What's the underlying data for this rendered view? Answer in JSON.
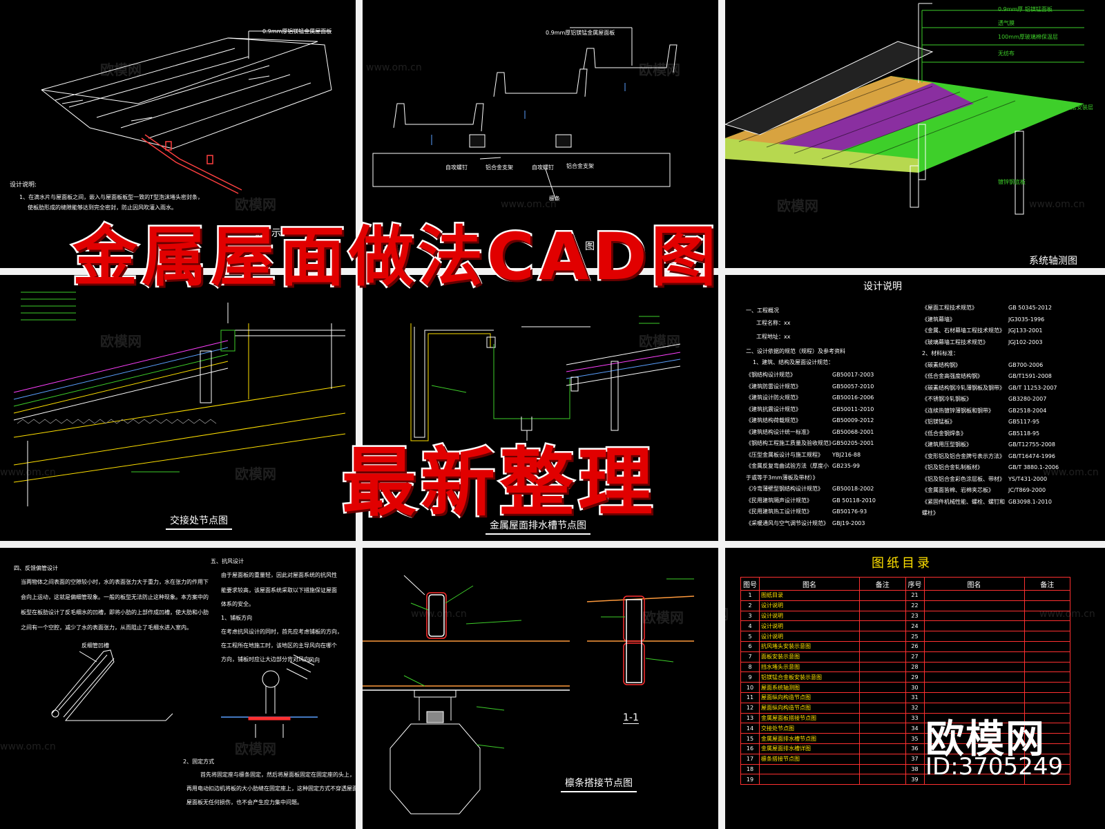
{
  "hero": {
    "title": "金属屋面做法CAD图",
    "subtitle": "最新整理"
  },
  "brand": {
    "logo_text": "欧模网",
    "id_text": "ID:3705249",
    "watermark": "欧模网",
    "watermark_url": "www.om.cn"
  },
  "panel1": {
    "label_top": "0.9mm厚铝镁锰金属屋面板",
    "notes_title": "设计说明:",
    "notes_line1": "1、在滴水片与屋面板之间，嵌入与屋面板板型一致的T型泡沫堵头密封条，",
    "notes_line2": "使板肋形成的缝隙能够达到完全密封，防止因风吹灌入雨水。",
    "caption_partial": "安装示"
  },
  "panel2": {
    "label_top": "0.9mm厚铝镁锰金属屋面板",
    "label_screw1": "自攻螺钉",
    "label_bracket1": "铝合金支架",
    "label_screw2": "自攻螺钉",
    "label_bracket2": "铝合金支架",
    "label_purlin": "檩条",
    "caption_partial": "图"
  },
  "panel3": {
    "labels": [
      "0.9mm厚 铝镁锰面板",
      "透气膜",
      "100mm厚玻璃棉保温层",
      "无纺布",
      "隔热层安装层",
      "镀锌钢底板"
    ],
    "caption_partial": "系统轴测图"
  },
  "panel4": {
    "caption": "交接处节点图"
  },
  "panel5": {
    "caption": "金属屋面排水槽节点图"
  },
  "panel6": {
    "heading_partial": "设计说明",
    "sec1": "一、工程概况",
    "project_name": "工程名称：xx",
    "project_addr": "工程地址：xx",
    "sec2": "二、设计依据的规范（规程）及参考资料",
    "sec2_sub": "1、建筑、结构及屋面设计规范：",
    "left_standards": [
      [
        "《钢结构设计规范》",
        "GB50017-2003"
      ],
      [
        "《建筑防雷设计规范》",
        "GB50057-2010"
      ],
      [
        "《建筑设计防火规范》",
        "GB50016-2006"
      ],
      [
        "《建筑抗震设计规范》",
        "GB50011-2010"
      ],
      [
        "《建筑结构荷载规范》",
        "GB50009-2012"
      ],
      [
        "《建筑结构设计统一标准》",
        "GB50068-2001"
      ],
      [
        "《钢结构工程施工质量及验收规范》",
        "GB50205-2001"
      ],
      [
        "《压型金属板设计与施工规程》",
        "YBJ216-88"
      ],
      [
        "《金属反复弯曲试验方法（厚度小于或等于3mm薄板及带材）》",
        "GB235-99"
      ],
      [
        "《冷弯薄壁型钢结构设计规范》",
        "GB50018-2002"
      ],
      [
        "《民用建筑隔声设计规范》",
        "GB 50118-2010"
      ],
      [
        "《民用建筑热工设计规范》",
        "GB50176-93"
      ],
      [
        "《采暖通风与空气调节设计规范》",
        "GBJ19-2003"
      ]
    ],
    "right_standards": [
      [
        "《屋面工程技术规范》",
        "GB 50345-2012"
      ],
      [
        "《建筑幕墙》",
        "JG3035-1996"
      ],
      [
        "《金属、石材幕墙工程技术规范》",
        "JGJ133-2001"
      ],
      [
        "《玻璃幕墙工程技术规范》",
        "JGJ102-2003"
      ],
      [
        "2、材料标准：",
        ""
      ],
      [
        "《碳素结构钢》",
        "GB700-2006"
      ],
      [
        "《低合金高强度结构钢》",
        "GB/T1591-2008"
      ],
      [
        "《碳素结构钢冷轧薄钢板及钢带》",
        "GB/T 11253-2007"
      ],
      [
        "《不锈钢冷轧钢板》",
        "GB3280-2007"
      ],
      [
        "《连续热镀锌薄钢板和钢带》",
        "GB2518-2004"
      ],
      [
        "《铝镁锰板》",
        "GB5117-95"
      ],
      [
        "《低合金钢焊条》",
        "GB5118-95"
      ],
      [
        "《建筑用压型钢板》",
        "GB/T12755-2008"
      ],
      [
        "《变形铝及铝合金牌号表示方法》",
        "GB/T16474-1996"
      ],
      [
        "《铝及铝合金轧制板材》",
        "GB/T 3880.1-2006"
      ],
      [
        "《铝及铝合金彩色涂层板、带材》",
        "YS/T431-2000"
      ],
      [
        "《金属面皆棉、岩棉夹芯板》",
        "JC/T869-2000"
      ],
      [
        "《紧固件机械性能、螺栓、螺钉和螺柱》",
        "GB3098.1-2010"
      ]
    ]
  },
  "panel7": {
    "sec4": "四、反馈偏管设计",
    "left_para": [
      "当两物体之间表面的空隙较小时，水的表面张力大于重力，水在张力的作用下",
      "会向上运动，这就是偏细管现象。一般的板型无法防止这种现象。本方案中的",
      "板型在板肋设计了反毛细水的凹槽，即将小肋的上部作成凹槽，使大肋和小肋",
      "之间有一个空腔，减少了水的表面张力，从而阻止了毛细水进入室内。"
    ],
    "reflux_label": "反细管凹槽",
    "sec5": "五、抗风设计",
    "wind_para": [
      "由于屋面板的重量轻，因此对屋面系统的抗风性",
      "能要求较高，该屋面系统采取以下措施保证屋面",
      "体系的安全。"
    ],
    "sub1": "1、铺板方向",
    "sub1_para": [
      "在考虑抗风设计的同时，首先应考虑铺板的方向，",
      "在工程所在地施工时，该地区的主导风向在哪个",
      "方向，铺板时应让大边部分背对风向。"
    ],
    "wind_label": "风向",
    "sub2": "2、固定方式",
    "sub2_para": [
      "首先将固定座与檩条固定，然后将屋面板固定在固定座的头上，",
      "再用电动扣边机将板的大小肋缝在固定座上，这种固定方式不穿透屋面，",
      "屋面板无任何损伤，也不会产生应力集中问题。"
    ]
  },
  "panel8": {
    "section_label": "1-1",
    "caption": "檩条搭接节点图"
  },
  "panel9": {
    "title": "图纸目录",
    "headers": [
      "图号",
      "图名",
      "备注",
      "序号",
      "图名",
      "备注"
    ],
    "left_rows": [
      [
        "1",
        "图纸目录"
      ],
      [
        "2",
        "设计说明"
      ],
      [
        "3",
        "设计说明"
      ],
      [
        "4",
        "设计说明"
      ],
      [
        "5",
        "设计说明"
      ],
      [
        "6",
        "抗风堵头安装示意图"
      ],
      [
        "7",
        "面板安装示意图"
      ],
      [
        "8",
        "挡水堵头示意图"
      ],
      [
        "9",
        "铝镁锰合金板安装示意图"
      ],
      [
        "10",
        "屋面系统轴测图"
      ],
      [
        "11",
        "屋面纵向构造节点图"
      ],
      [
        "12",
        "屋面纵向构造节点图"
      ],
      [
        "13",
        "金属屋面板搭接节点图"
      ],
      [
        "14",
        "交接处节点图"
      ],
      [
        "15",
        "金属屋面排水槽节点图"
      ],
      [
        "16",
        "金属屋面排水槽详图"
      ],
      [
        "17",
        "檩条搭接节点图"
      ],
      [
        "18",
        ""
      ],
      [
        "19",
        ""
      ]
    ],
    "right_numbers": [
      "21",
      "22",
      "23",
      "24",
      "25",
      "26",
      "27",
      "28",
      "29",
      "30",
      "31",
      "32",
      "33",
      "34",
      "35",
      "36",
      "37",
      "38",
      "39"
    ]
  }
}
